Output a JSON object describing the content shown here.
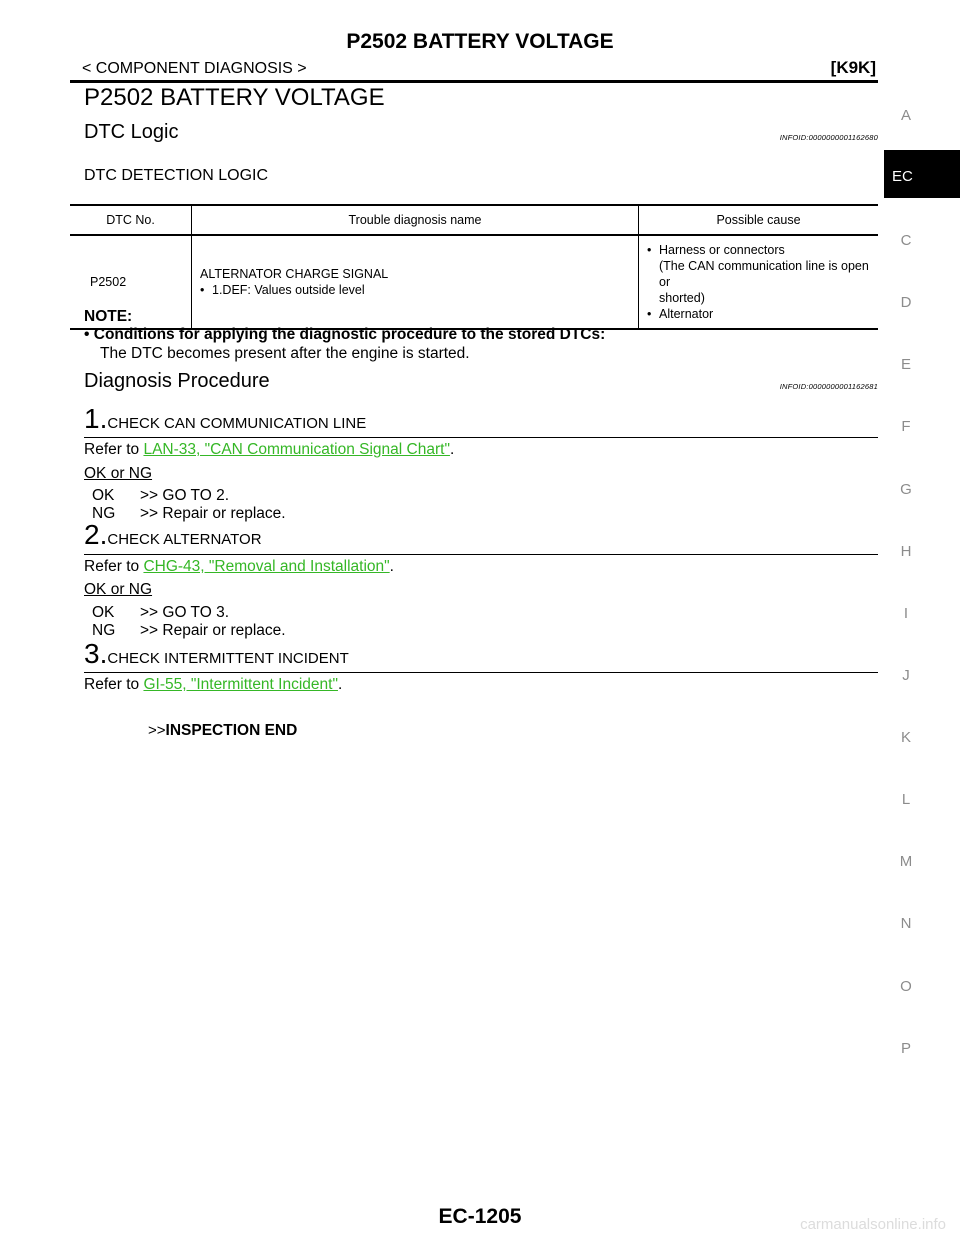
{
  "header": {
    "title": "P2502 BATTERY VOLTAGE",
    "breadcrumb": "< COMPONENT DIAGNOSIS >",
    "engine_code": "[K9K]"
  },
  "section_title": "P2502 BATTERY VOLTAGE",
  "dtc_logic": {
    "heading": "DTC Logic",
    "infoid": "INFOID:0000000001162680",
    "subheading": "DTC DETECTION LOGIC",
    "table": {
      "headers": [
        "DTC No.",
        "Trouble diagnosis name",
        "Possible cause"
      ],
      "row": {
        "dtc_no": "P2502",
        "name_line1": "ALTERNATOR CHARGE SIGNAL",
        "name_bullet": "1.DEF: Values outside level",
        "cause_bullet1_line1": "Harness or connectors",
        "cause_bullet1_line2": "(The CAN communication line is open or",
        "cause_bullet1_line3": "shorted)",
        "cause_bullet2": "Alternator"
      }
    },
    "note_label": "NOTE:",
    "note_bullet": "Conditions for applying the diagnostic procedure to the stored DTCs:",
    "note_body": "The DTC becomes present after the engine is started."
  },
  "diagnosis": {
    "heading": "Diagnosis Procedure",
    "infoid": "INFOID:0000000001162681",
    "steps": [
      {
        "num": "1.",
        "label": "CHECK CAN COMMUNICATION LINE",
        "refer_prefix": "Refer to ",
        "link": "LAN-33, \"CAN Communication Signal Chart\"",
        "refer_suffix": ".",
        "okng": "OK or NG",
        "ok_key": "OK",
        "ok_val": ">> GO TO 2.",
        "ng_key": "NG",
        "ng_val": ">> Repair or replace."
      },
      {
        "num": "2.",
        "label": "CHECK ALTERNATOR",
        "refer_prefix": "Refer to ",
        "link": "CHG-43, \"Removal and Installation\"",
        "refer_suffix": ".",
        "okng": "OK or NG",
        "ok_key": "OK",
        "ok_val": ">> GO TO 3.",
        "ng_key": "NG",
        "ng_val": ">> Repair or replace."
      },
      {
        "num": "3.",
        "label": "CHECK INTERMITTENT INCIDENT",
        "refer_prefix": "Refer to ",
        "link": "GI-55, \"Intermittent Incident\"",
        "refer_suffix": "."
      }
    ],
    "end_prefix": ">>",
    "end_label": "INSPECTION END"
  },
  "side_index": {
    "letters": [
      "A",
      "EC",
      "C",
      "D",
      "E",
      "F",
      "G",
      "H",
      "I",
      "J",
      "K",
      "L",
      "M",
      "N",
      "O",
      "P"
    ],
    "active": "EC"
  },
  "footer": {
    "page_code": "EC-1205",
    "watermark": "carmanualsonline.info"
  },
  "colors": {
    "link": "#35b726",
    "side_letter": "#8c8c8c",
    "watermark": "#dcdcdc"
  }
}
